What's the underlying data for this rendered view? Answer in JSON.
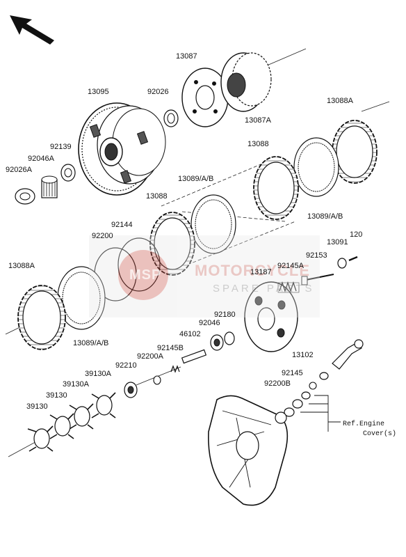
{
  "diagram": {
    "labels": {
      "p13087": "13087",
      "p13095": "13095",
      "p92026": "92026",
      "p13087A": "13087A",
      "p13088A_top": "13088A",
      "p92139": "92139",
      "p92046A": "92046A",
      "p92026A": "92026A",
      "p13088_a": "13088",
      "p13089_a": "13089/A/B",
      "p13088_b": "13088",
      "p13089_b": "13089/A/B",
      "p92200": "92200",
      "p92144": "92144",
      "p120": "120",
      "p13091": "13091",
      "p92153": "92153",
      "p92145A": "92145A",
      "p13187": "13187",
      "p13088A_left": "13088A",
      "p13089_c": "13089/A/B",
      "p92180": "92180",
      "p92046": "92046",
      "p46102": "46102",
      "p92145B": "92145B",
      "p92200A": "92200A",
      "p92210": "92210",
      "p39130A_a": "39130A",
      "p39130A_b": "39130A",
      "p39130_a": "39130",
      "p39130_b": "39130",
      "p13102": "13102",
      "p92145": "92145",
      "p92200B": "92200B"
    },
    "ref_note": [
      "Ref.Engine",
      "Cover(s)"
    ],
    "watermark": {
      "brand": "MOTORCYCLE",
      "sub": "SPARE PARTS",
      "logo_text": "MSP"
    },
    "colors": {
      "ink": "#111111",
      "watermark_red": "#c85046",
      "watermark_grey": "#9a9a9a"
    }
  }
}
